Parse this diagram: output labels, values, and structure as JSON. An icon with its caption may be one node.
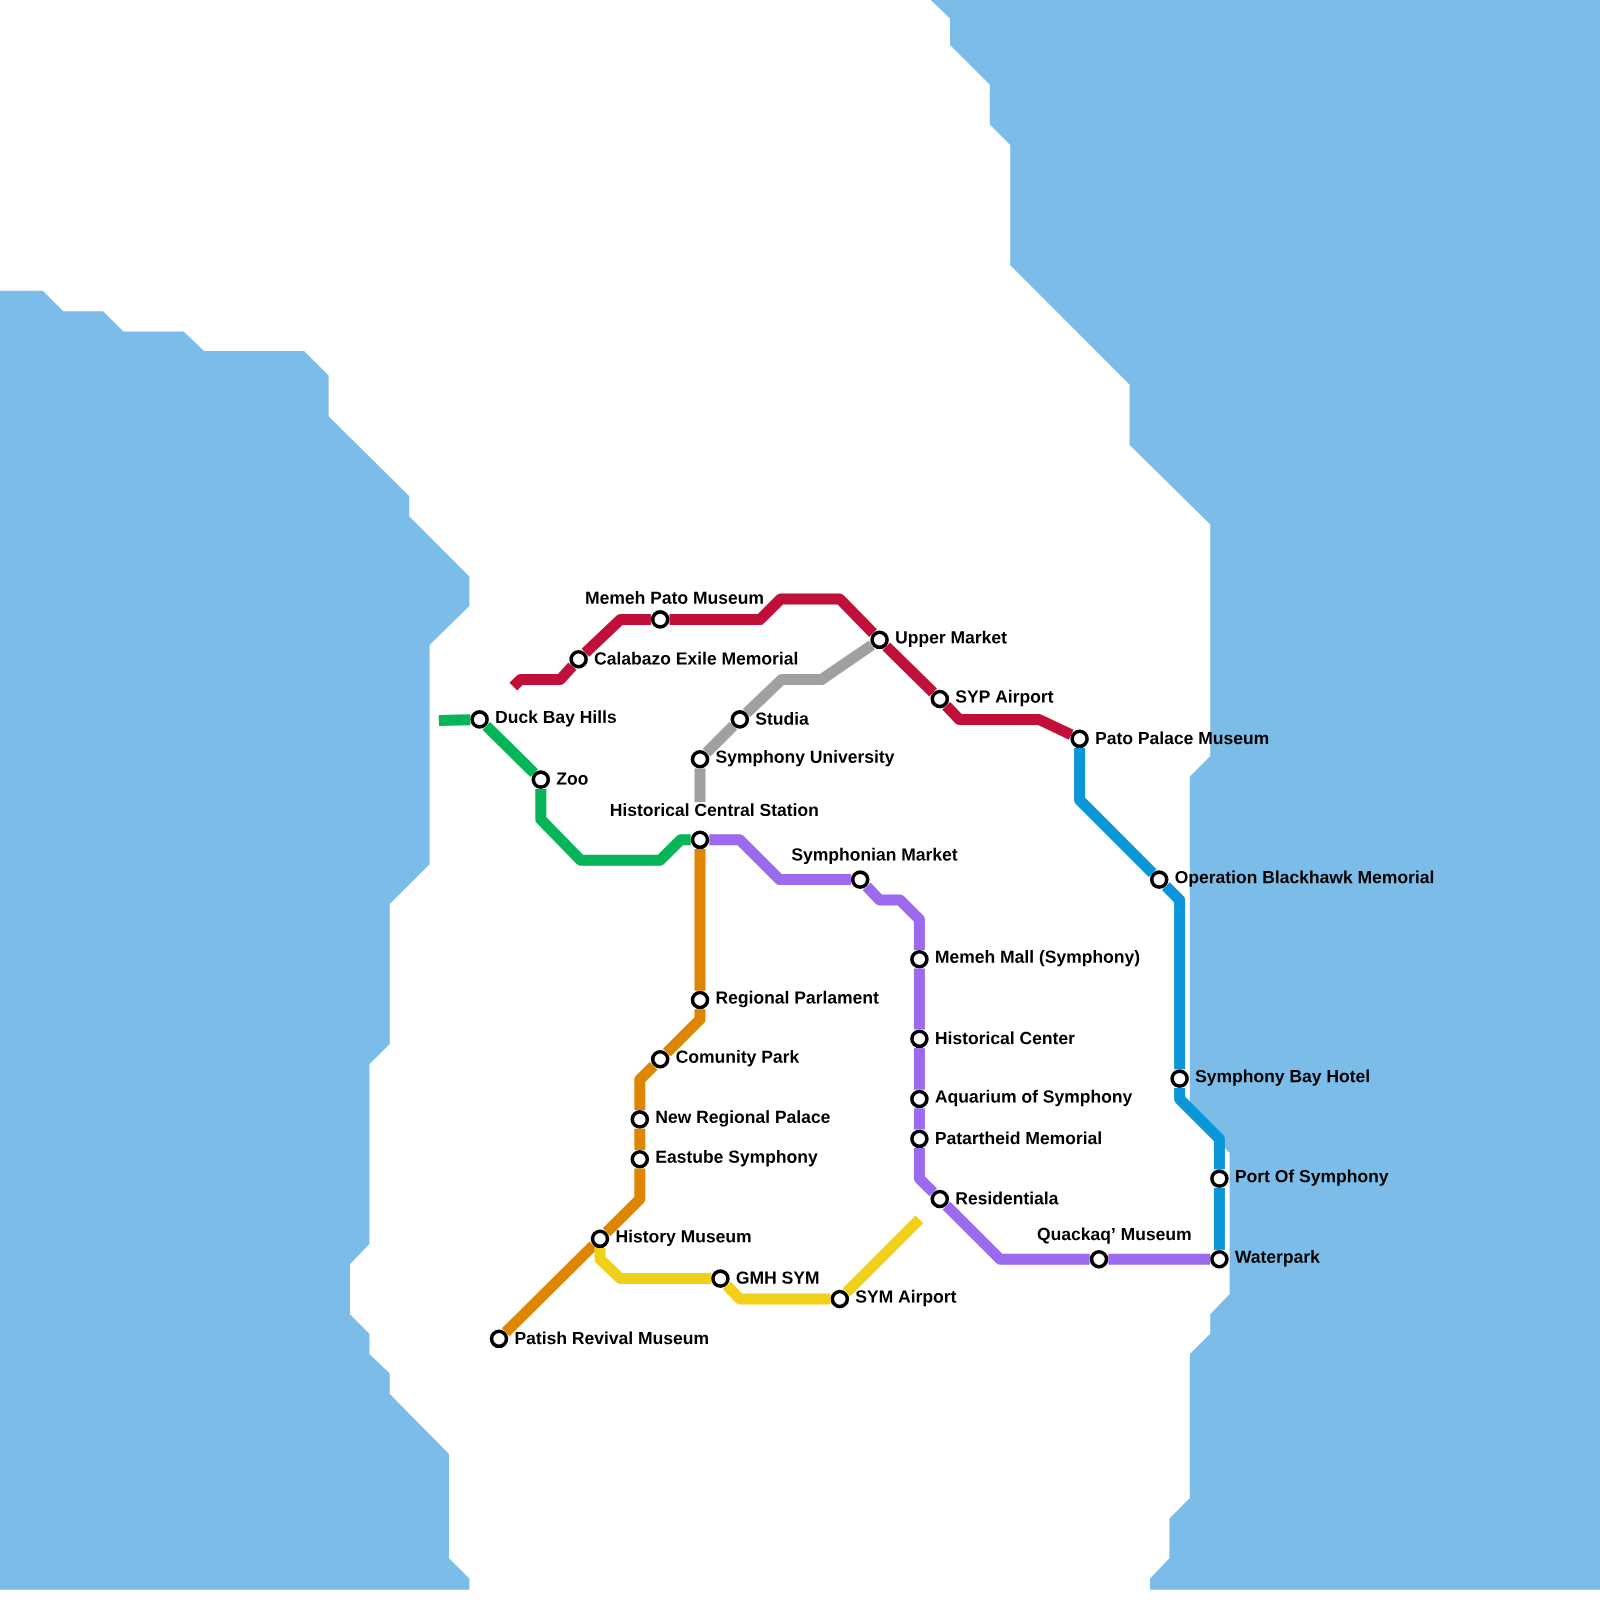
{
  "diagram": {
    "nodes": [
      {
        "text": [],
        "shape": "circle",
        "beside": [
          "Memeh Pato Museum"
        ]
      },
      {
        "text": [],
        "shape": "circle",
        "beside": [
          "Calabazo Exile Memorial"
        ]
      },
      {
        "text": [],
        "shape": "circle",
        "beside": [
          "Upper Market"
        ]
      },
      {
        "text": [],
        "shape": "circle",
        "beside": [
          "SYP Airport"
        ]
      },
      {
        "text": [],
        "shape": "circle",
        "beside": [
          "Pato Palace Museum"
        ]
      },
      {
        "text": [],
        "shape": "circle",
        "beside": [
          "Duck Bay Hills"
        ]
      },
      {
        "text": [],
        "shape": "circle",
        "beside": [
          "Zoo"
        ]
      },
      {
        "text": [],
        "shape": "circle",
        "beside": [
          "Studia"
        ]
      },
      {
        "text": [],
        "shape": "circle",
        "beside": [
          "Symphony University"
        ]
      },
      {
        "text": [],
        "shape": "circle",
        "beside": [
          "Historical Central Station"
        ]
      },
      {
        "text": [],
        "shape": "circle",
        "beside": [
          "Symphonian Market"
        ]
      },
      {
        "text": [],
        "shape": "circle",
        "beside": [
          "Operation Blackhawk Memorial"
        ]
      },
      {
        "text": [],
        "shape": "circle",
        "beside": [
          "Memeh Mall (Symphony)"
        ]
      },
      {
        "text": [],
        "shape": "circle",
        "beside": [
          "Regional Parlament"
        ]
      },
      {
        "text": [],
        "shape": "circle",
        "beside": [
          "Historical Center"
        ]
      },
      {
        "text": [],
        "shape": "circle",
        "beside": [
          "Comunity Park"
        ]
      },
      {
        "text": [],
        "shape": "circle",
        "beside": [
          "Symphony Bay Hotel"
        ]
      },
      {
        "text": [],
        "shape": "circle",
        "beside": [
          "Aquarium of Symphony"
        ]
      },
      {
        "text": [],
        "shape": "circle",
        "beside": [
          "New Regional Palace"
        ]
      },
      {
        "text": [],
        "shape": "circle",
        "beside": [
          "Patartheid Memorial"
        ]
      },
      {
        "text": [],
        "shape": "circle",
        "beside": [
          "Eastube Symphony"
        ]
      },
      {
        "text": [],
        "shape": "circle",
        "beside": [
          "Port Of Symphony"
        ]
      },
      {
        "text": [],
        "shape": "circle",
        "beside": [
          "Residentiala"
        ]
      },
      {
        "text": [],
        "shape": "circle",
        "beside": [
          "History Museum"
        ]
      },
      {
        "text": [],
        "shape": "circle",
        "beside": [
          "Quackaq’ Museum"
        ]
      },
      {
        "text": [],
        "shape": "circle",
        "beside": [
          "Waterpark"
        ]
      },
      {
        "text": [],
        "shape": "circle",
        "beside": [
          "GMH SYM"
        ]
      },
      {
        "text": [],
        "shape": "circle",
        "beside": [
          "SYM Airport"
        ]
      },
      {
        "text": [],
        "shape": "circle",
        "beside": [
          "Patish Revival Museum"
        ]
      }
    ],
    "edges": [
      {
        "from": null,
        "to": 1,
        "arrow": "none",
        "color": "#c0103a"
      },
      {
        "from": 1,
        "to": 0,
        "arrow": "none",
        "color": "#c0103a"
      },
      {
        "from": 0,
        "to": 2,
        "arrow": "none",
        "color": "#c0103a"
      },
      {
        "from": 2,
        "to": 3,
        "arrow": "none",
        "color": "#c0103a"
      },
      {
        "from": 3,
        "to": 4,
        "arrow": "none",
        "color": "#c0103a"
      },
      {
        "from": 4,
        "to": 11,
        "arrow": "none",
        "color": "#0a96d8"
      },
      {
        "from": 11,
        "to": 16,
        "arrow": "none",
        "color": "#0a96d8"
      },
      {
        "from": 16,
        "to": 21,
        "arrow": "none",
        "color": "#0a96d8"
      },
      {
        "from": 21,
        "to": 25,
        "arrow": "none",
        "color": "#0a96d8"
      },
      {
        "from": 9,
        "to": 8,
        "arrow": "none",
        "color": "#a0a0a0"
      },
      {
        "from": 8,
        "to": 7,
        "arrow": "none",
        "color": "#a0a0a0"
      },
      {
        "from": 7,
        "to": 2,
        "arrow": "none",
        "color": "#a0a0a0"
      },
      {
        "from": null,
        "to": 5,
        "arrow": "none",
        "color": "#05b558"
      },
      {
        "from": 5,
        "to": 6,
        "arrow": "none",
        "color": "#05b558"
      },
      {
        "from": 6,
        "to": 9,
        "arrow": "none",
        "color": "#05b558"
      },
      {
        "from": 9,
        "to": 13,
        "arrow": "none",
        "color": "#de8600"
      },
      {
        "from": 13,
        "to": 15,
        "arrow": "none",
        "color": "#de8600"
      },
      {
        "from": 15,
        "to": 18,
        "arrow": "none",
        "color": "#de8600"
      },
      {
        "from": 18,
        "to": 20,
        "arrow": "none",
        "color": "#de8600"
      },
      {
        "from": 20,
        "to": 23,
        "arrow": "none",
        "color": "#de8600"
      },
      {
        "from": 23,
        "to": 28,
        "arrow": "none",
        "color": "#de8600"
      },
      {
        "from": 23,
        "to": 26,
        "arrow": "none",
        "color": "#f0d018"
      },
      {
        "from": 26,
        "to": 27,
        "arrow": "none",
        "color": "#f0d018"
      },
      {
        "from": 27,
        "to": null,
        "arrow": "none",
        "color": "#f0d018"
      },
      {
        "from": 9,
        "to": 10,
        "arrow": "none",
        "color": "#9b6aee"
      },
      {
        "from": 10,
        "to": 12,
        "arrow": "none",
        "color": "#9b6aee"
      },
      {
        "from": 12,
        "to": 14,
        "arrow": "none",
        "color": "#9b6aee"
      },
      {
        "from": 14,
        "to": 17,
        "arrow": "none",
        "color": "#9b6aee"
      },
      {
        "from": 17,
        "to": 19,
        "arrow": "none",
        "color": "#9b6aee"
      },
      {
        "from": 19,
        "to": 22,
        "arrow": "none",
        "color": "#9b6aee"
      },
      {
        "from": 22,
        "to": 24,
        "arrow": "none",
        "color": "#9b6aee"
      },
      {
        "from": 24,
        "to": 25,
        "arrow": "none",
        "color": "#9b6aee"
      }
    ]
  }
}
